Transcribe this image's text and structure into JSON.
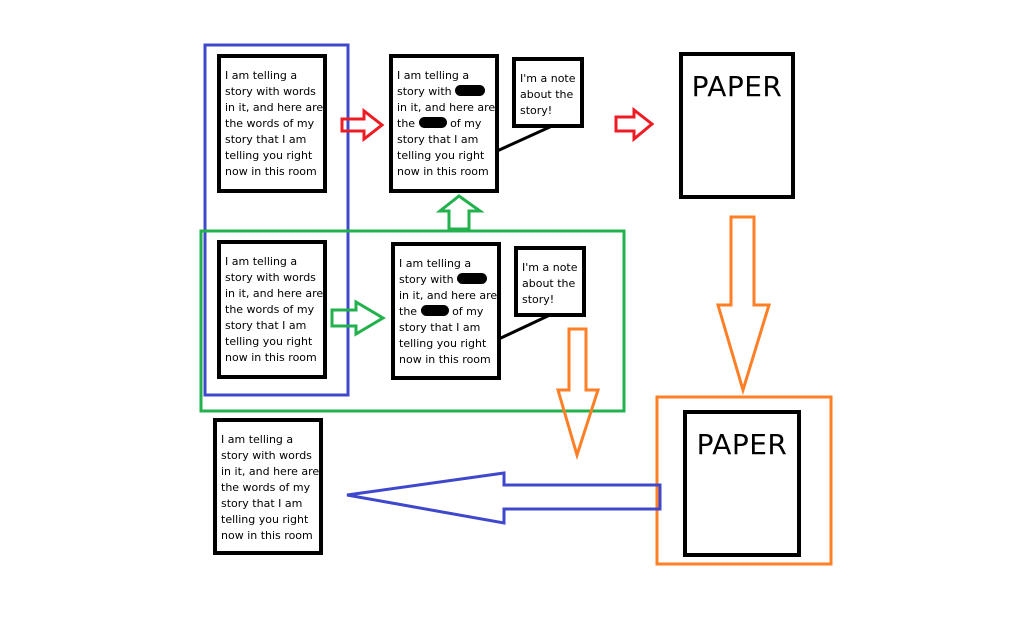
{
  "colors": {
    "ink": "#000000",
    "blue": "#3f48cc",
    "green": "#22b14c",
    "red": "#ed1c24",
    "orange": "#ff7f27",
    "background": "#ffffff"
  },
  "story": {
    "full_lines": [
      "I am telling a",
      "story with words",
      "in it, and here are",
      "the words of my",
      "story that I am",
      "telling you right",
      "now in this room"
    ],
    "redacted_lines": [
      {
        "before": "I am telling a",
        "redacted": false,
        "after": ""
      },
      {
        "before": "story with",
        "redacted": true,
        "after": ""
      },
      {
        "before": "in it, and here are",
        "redacted": false,
        "after": ""
      },
      {
        "before": "the",
        "redacted": true,
        "after": "of my"
      },
      {
        "before": "story that I am",
        "redacted": false,
        "after": ""
      },
      {
        "before": "telling you right",
        "redacted": false,
        "after": ""
      },
      {
        "before": "now in this room",
        "redacted": false,
        "after": ""
      }
    ]
  },
  "note": {
    "lines": [
      "I'm a note",
      "about the",
      "story!"
    ]
  },
  "paper": {
    "label": "PAPER"
  }
}
